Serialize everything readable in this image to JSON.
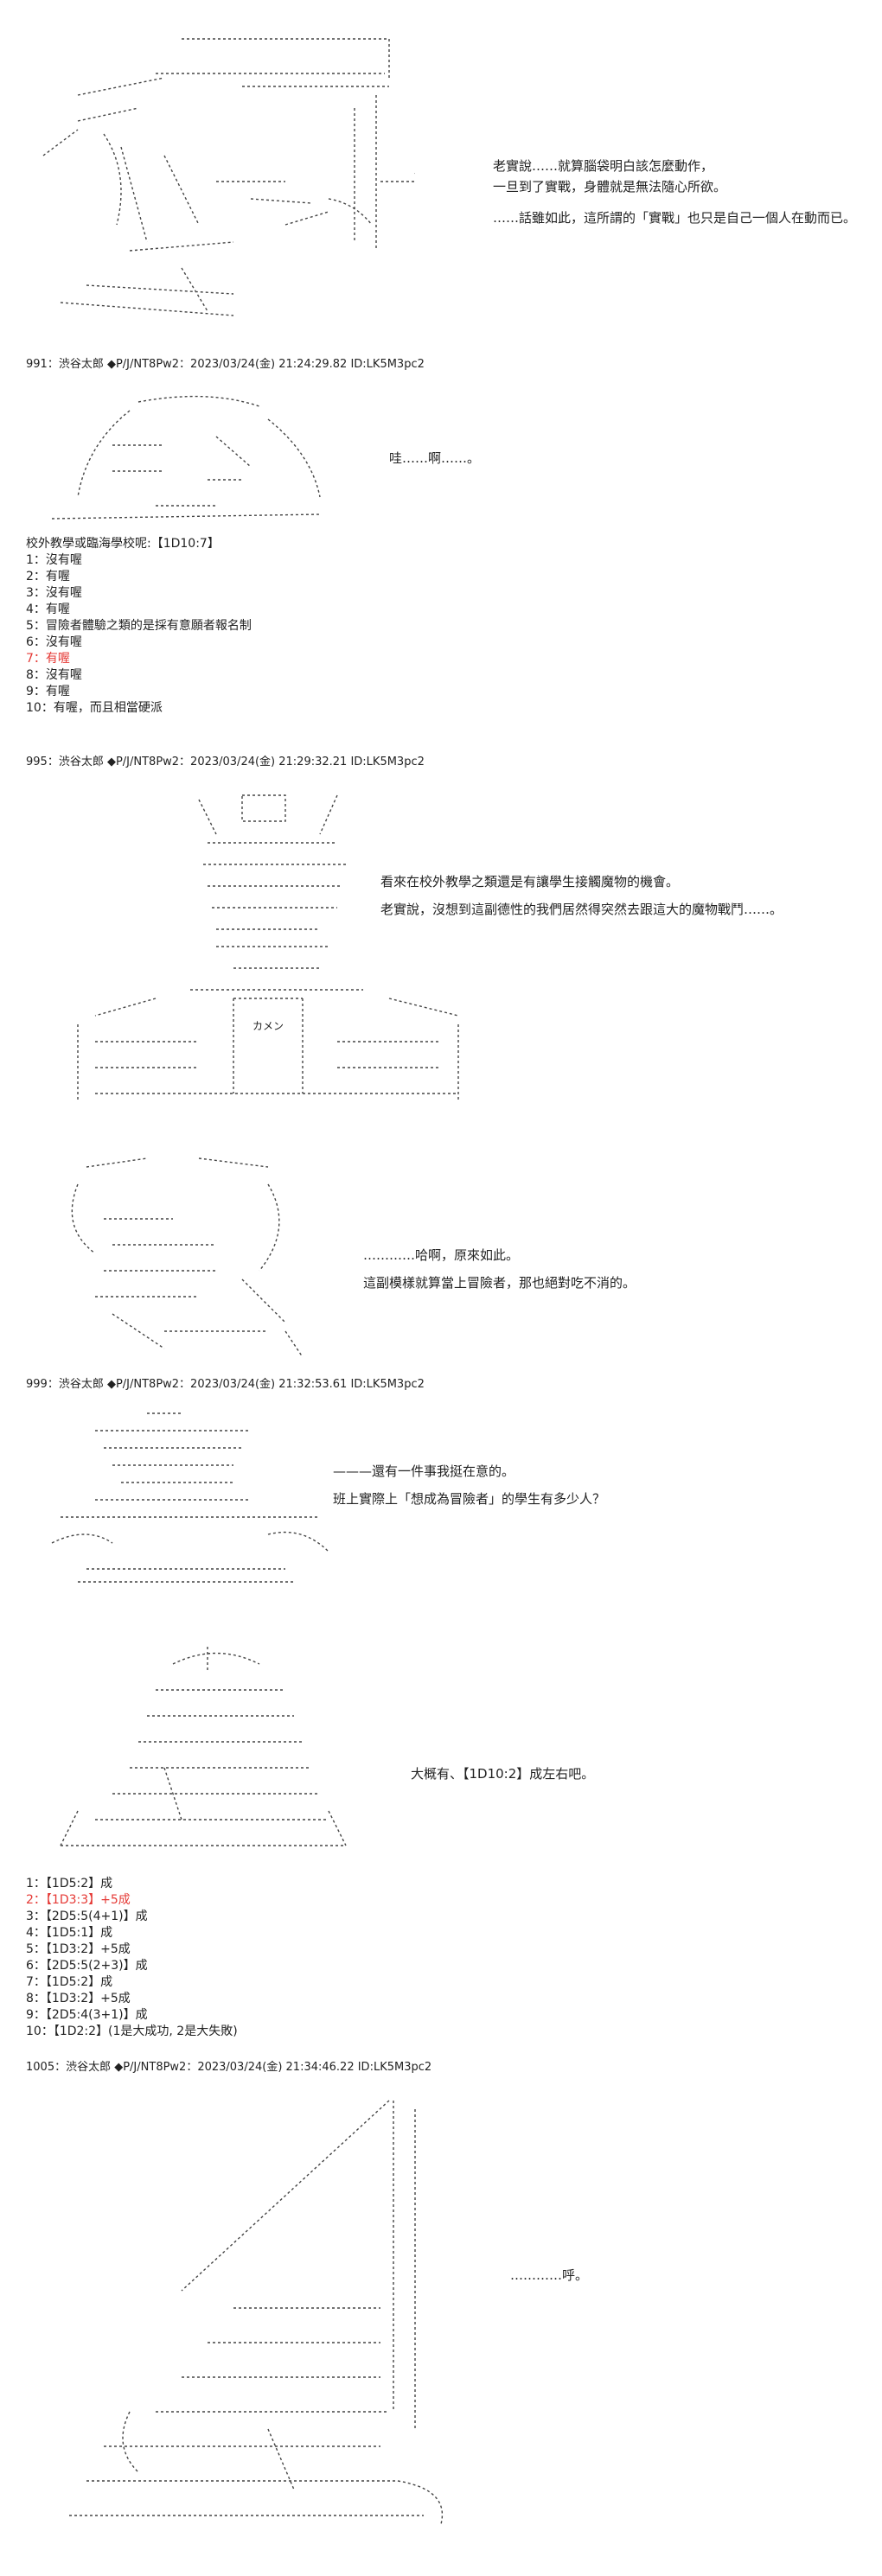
{
  "page": {
    "background": "#ffffff",
    "text_color": "#222222",
    "highlight_color": "#e53935"
  },
  "scene1": {
    "lines": [
      "老實說……就算腦袋明白該怎麼動作，",
      "一旦到了實戰，身體就是無法隨心所欲。",
      "……話雖如此，這所謂的「實戰」也只是自己一個人在動而已。"
    ]
  },
  "post991": {
    "header": "991：渋谷太郎 ◆P/J/NT8Pw2：2023/03/24(金) 21:24:29.82 ID:LK5M3pc2"
  },
  "scene2": {
    "line": "哇……啊……。"
  },
  "poll1": {
    "title": "校外教學或臨海學校呢:【1D10:7】",
    "items": [
      {
        "text": "1：沒有喔",
        "highlight": false
      },
      {
        "text": "2：有喔",
        "highlight": false
      },
      {
        "text": "3：沒有喔",
        "highlight": false
      },
      {
        "text": "4：有喔",
        "highlight": false
      },
      {
        "text": "5：冒險者體驗之類的是採有意願者報名制",
        "highlight": false
      },
      {
        "text": "6：沒有喔",
        "highlight": false
      },
      {
        "text": "7：有喔",
        "highlight": true
      },
      {
        "text": "8：沒有喔",
        "highlight": false
      },
      {
        "text": "9：有喔",
        "highlight": false
      },
      {
        "text": "10：有喔，而且相當硬派",
        "highlight": false
      }
    ]
  },
  "post995": {
    "header": "995：渋谷太郎 ◆P/J/NT8Pw2：2023/03/24(金) 21:29:32.21 ID:LK5M3pc2"
  },
  "scene3": {
    "lines": [
      "看來在校外教學之類還是有讓學生接觸魔物的機會。",
      "老實說，沒想到這副德性的我們居然得突然去跟這大的魔物戰鬥……。"
    ],
    "ascii_label": "カメン"
  },
  "scene4": {
    "lines": [
      "…………哈啊，原來如此。",
      "這副模樣就算當上冒險者，那也絕對吃不消的。"
    ]
  },
  "post999": {
    "header": "999：渋谷太郎 ◆P/J/NT8Pw2：2023/03/24(金) 21:32:53.61 ID:LK5M3pc2"
  },
  "scene5": {
    "lines": [
      "———還有一件事我挺在意的。",
      "班上實際上「想成為冒險者」的學生有多少人？"
    ]
  },
  "scene6": {
    "line": "大概有、【1D10:2】成左右吧。"
  },
  "poll2": {
    "items": [
      {
        "text": "1：【1D5:2】成",
        "highlight": false
      },
      {
        "text": "2：【1D3:3】+5成",
        "highlight": true
      },
      {
        "text": "3：【2D5:5(4+1)】成",
        "highlight": false
      },
      {
        "text": "4：【1D5:1】成",
        "highlight": false
      },
      {
        "text": "5：【1D3:2】+5成",
        "highlight": false
      },
      {
        "text": "6：【2D5:5(2+3)】成",
        "highlight": false
      },
      {
        "text": "7：【1D5:2】成",
        "highlight": false
      },
      {
        "text": "8：【1D3:2】+5成",
        "highlight": false
      },
      {
        "text": "9：【2D5:4(3+1)】成",
        "highlight": false
      },
      {
        "text": "10：【1D2:2】(1是大成功, 2是大失敗)",
        "highlight": false
      }
    ]
  },
  "post1005": {
    "header": "1005：渋谷太郎 ◆P/J/NT8Pw2：2023/03/24(金) 21:34:46.22 ID:LK5M3pc2"
  },
  "scene7": {
    "line": "…………呼。"
  }
}
